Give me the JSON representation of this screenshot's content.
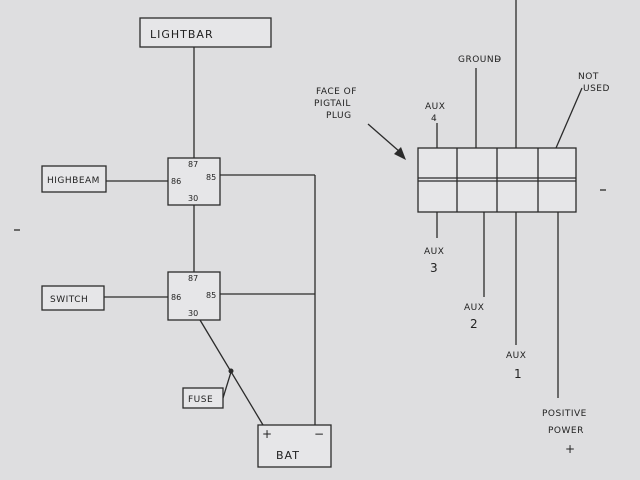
{
  "labels": {
    "lightbar": "LIGHTBAR",
    "highbeam": "HIGHBEAM",
    "switch": "SWITCH",
    "fuse": "FUSE",
    "bat": "BAT",
    "bat_plus": "+",
    "bat_minus": "−"
  },
  "relay_top": {
    "p87": "87",
    "p86": "86",
    "p85": "85",
    "p30": "30"
  },
  "relay_bottom": {
    "p87": "87",
    "p86": "86",
    "p85": "85",
    "p30": "30"
  },
  "plug": {
    "face_line1": "FACE OF",
    "face_line2": "PIGTAIL",
    "face_line3": "PLUG",
    "ground": "GROUND",
    "ground_sign": "−",
    "not_used_1": "NOT",
    "not_used_2": "USED",
    "aux4_a": "AUX",
    "aux4_b": "4",
    "aux3_a": "AUX",
    "aux3_b": "3",
    "aux2_a": "AUX",
    "aux2_b": "2",
    "aux1_a": "AUX",
    "aux1_b": "1",
    "positive_1": "POSITIVE",
    "positive_2": "POWER",
    "positive_sign": "+"
  }
}
